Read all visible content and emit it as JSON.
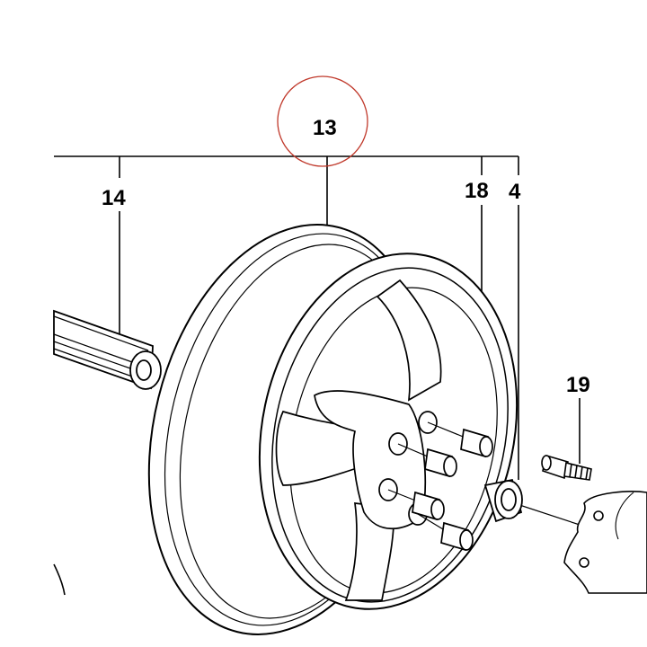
{
  "diagram": {
    "callouts": {
      "main": "13",
      "left": "14",
      "bearing": "18",
      "spacer": "4",
      "valve": "19"
    }
  },
  "colors": {
    "line": "#000000",
    "highlight_circle": "#c0392b",
    "background": "#ffffff"
  }
}
